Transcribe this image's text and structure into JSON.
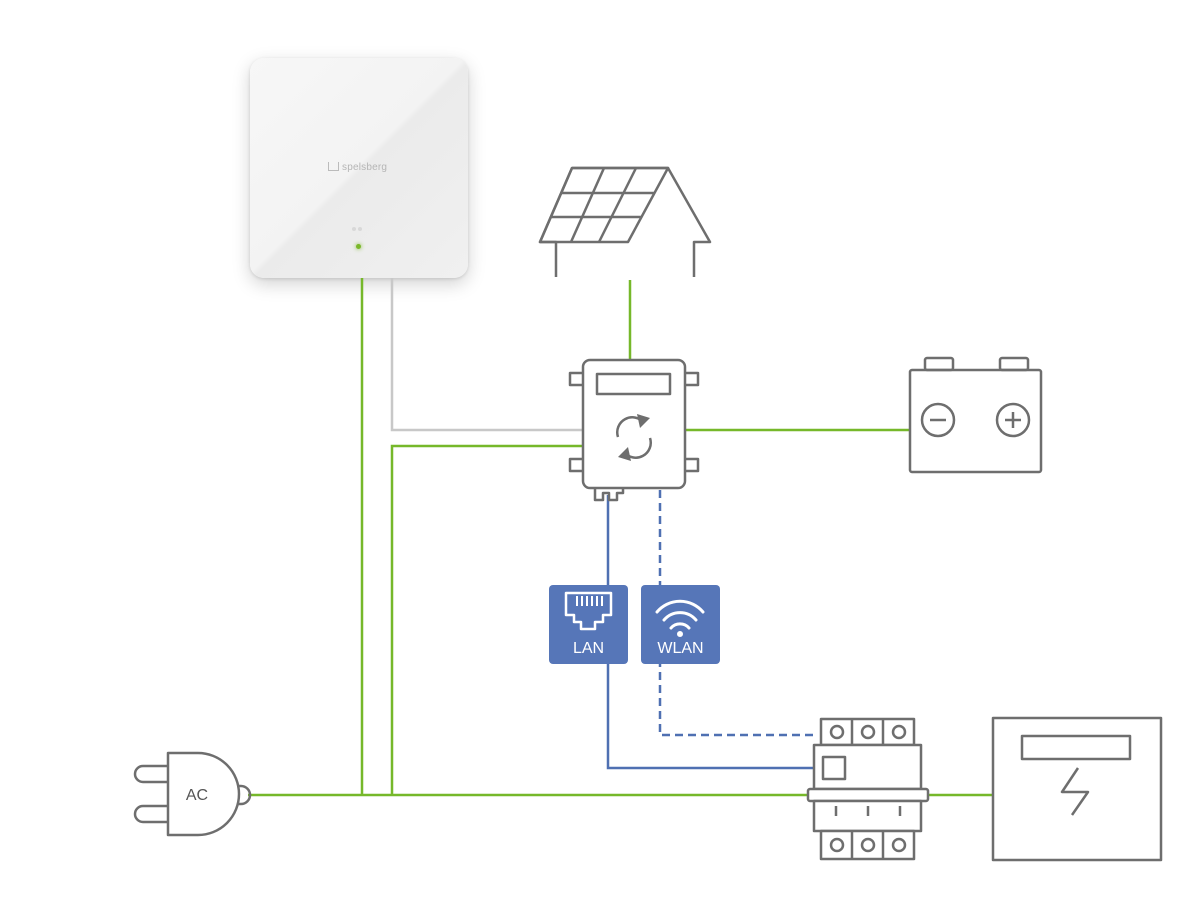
{
  "wallbox": {
    "brand": "spelsberg"
  },
  "plug": {
    "label": "AC"
  },
  "badges": {
    "lan": "LAN",
    "wlan": "WLAN"
  },
  "colors": {
    "power_line": "#76b82a",
    "data_line": "#4f70b2",
    "gray_line": "#c8c8c8",
    "icon_stroke": "#6e6e6e",
    "badge_bg": "#5676b8",
    "led": "#7ab829"
  }
}
